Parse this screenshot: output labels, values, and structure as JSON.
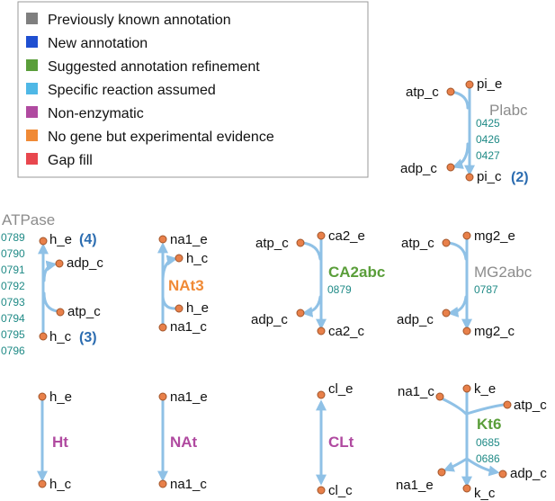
{
  "legend": {
    "items": [
      {
        "label": "Previously known annotation",
        "color": "#7f7f7f"
      },
      {
        "label": "New annotation",
        "color": "#1f4fd1"
      },
      {
        "label": "Suggested annotation refinement",
        "color": "#5a9e3a"
      },
      {
        "label": "Specific reaction assumed",
        "color": "#4fb8e6"
      },
      {
        "label": "Non-enzymatic",
        "color": "#b04aa0"
      },
      {
        "label": "No gene but experimental evidence",
        "color": "#f08a36"
      },
      {
        "label": "Gap fill",
        "color": "#e8474e"
      }
    ]
  },
  "colors": {
    "edge": "#8fc1e6",
    "node": "#e8804a",
    "gene": "#1f8a86",
    "stoich": "#2b6cb0",
    "known": "#8c8c8c",
    "refinement": "#5a9e3a",
    "nonenzymatic": "#b04aa0",
    "experimental": "#f08a36"
  },
  "reactions": {
    "plabc": {
      "name": "Plabc",
      "genes": [
        "0425",
        "0426",
        "0427"
      ],
      "atp": "atp_c",
      "pi_e": "pi_e",
      "adp": "adp_c",
      "pi_c": "pi_c",
      "stoich": "(2)"
    },
    "atpase": {
      "name": "ATPase",
      "genes": [
        "0789",
        "0790",
        "0791",
        "0792",
        "0793",
        "0794",
        "0795",
        "0796"
      ],
      "h_e": "h_e",
      "h_e_stoich": "(4)",
      "adp": "adp_c",
      "atp": "atp_c",
      "h_c": "h_c",
      "h_c_stoich": "(3)"
    },
    "nat3": {
      "name": "NAt3",
      "na1_e": "na1_e",
      "h_c": "h_c",
      "h_e": "h_e",
      "na1_c": "na1_c"
    },
    "ca2abc": {
      "name": "CA2abc",
      "genes": [
        "0879"
      ],
      "atp": "atp_c",
      "ca2_e": "ca2_e",
      "adp": "adp_c",
      "ca2_c": "ca2_c"
    },
    "mg2abc": {
      "name": "MG2abc",
      "genes": [
        "0787"
      ],
      "atp": "atp_c",
      "mg2_e": "mg2_e",
      "adp": "adp_c",
      "mg2_c": "mg2_c"
    },
    "ht": {
      "name": "Ht",
      "top": "h_e",
      "bottom": "h_c"
    },
    "nat": {
      "name": "NAt",
      "top": "na1_e",
      "bottom": "na1_c"
    },
    "clt": {
      "name": "CLt",
      "top": "cl_e",
      "bottom": "cl_c"
    },
    "kt6": {
      "name": "Kt6",
      "genes": [
        "0685",
        "0686"
      ],
      "na1_c": "na1_c",
      "k_e": "k_e",
      "atp": "atp_c",
      "na1_e": "na1_e",
      "k_c": "k_c",
      "adp": "adp_c"
    }
  }
}
